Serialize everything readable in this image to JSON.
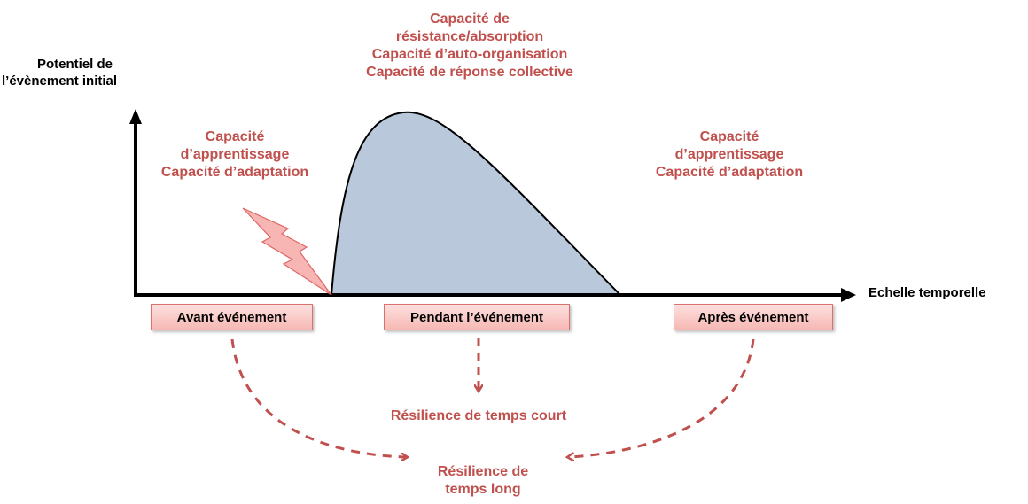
{
  "axes": {
    "y_label": [
      "Potentiel de",
      "l’évènement initial"
    ],
    "x_label": "Echelle temporelle"
  },
  "curve_top_text": [
    "Capacité de",
    "résistance/absorption",
    "Capacité d’auto-organisation",
    "Capacité de réponse collective"
  ],
  "before_text": [
    "Capacité",
    "d’apprentissage",
    "Capacité d’adaptation"
  ],
  "after_text": [
    "Capacité",
    "d’apprentissage",
    "Capacité d’adaptation"
  ],
  "phases": {
    "before": "Avant événement",
    "during": "Pendant l’événement",
    "after": "Après événement"
  },
  "outcomes": {
    "short_term": "Résilience de temps court",
    "long_term": [
      "Résilience de",
      "temps long"
    ]
  },
  "colors": {
    "accent_text": "#c0504d",
    "curve_fill": "#b9c9db",
    "phase_box_fill": "#f8c9c6",
    "arrow_dash": "#c0504d",
    "lightning_fill": "#f7b6b3"
  },
  "icons": [
    "lightning-bolt-icon"
  ]
}
